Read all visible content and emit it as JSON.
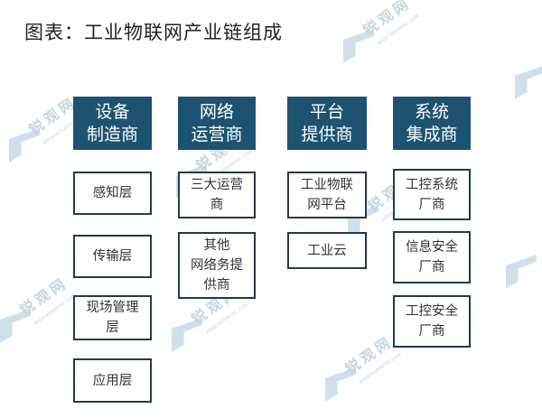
{
  "title": "图表：工业物联网产业链组成",
  "watermark": {
    "name": "锐观网",
    "url": "WWW.REPORTRC.COM",
    "color": "#c6d6e0"
  },
  "colors": {
    "header_bg": "#1d5370",
    "header_text": "#ffffff",
    "cell_border": "#1e3c4e",
    "cell_text": "#333333"
  },
  "columns": [
    {
      "header": {
        "line1": "设备",
        "line2": "制造商"
      },
      "items": [
        {
          "lines": [
            "感知层"
          ]
        },
        {
          "lines": [
            "传输层"
          ]
        },
        {
          "lines": [
            "现场管理",
            "层"
          ]
        },
        {
          "lines": [
            "应用层"
          ]
        }
      ]
    },
    {
      "header": {
        "line1": "网络",
        "line2": "运营商"
      },
      "items": [
        {
          "lines": [
            "三大运营",
            "商"
          ]
        },
        {
          "lines": [
            "其他",
            "网络务提",
            "供商"
          ]
        }
      ]
    },
    {
      "header": {
        "line1": "平台",
        "line2": "提供商"
      },
      "items": [
        {
          "lines": [
            "工业物联",
            "网平台"
          ]
        },
        {
          "lines": [
            "工业云"
          ]
        }
      ]
    },
    {
      "header": {
        "line1": "系统",
        "line2": "集成商"
      },
      "items": [
        {
          "lines": [
            "工控系统",
            "厂商"
          ]
        },
        {
          "lines": [
            "信息安全",
            "厂商"
          ]
        },
        {
          "lines": [
            "工控安全",
            "厂商"
          ]
        }
      ]
    }
  ]
}
